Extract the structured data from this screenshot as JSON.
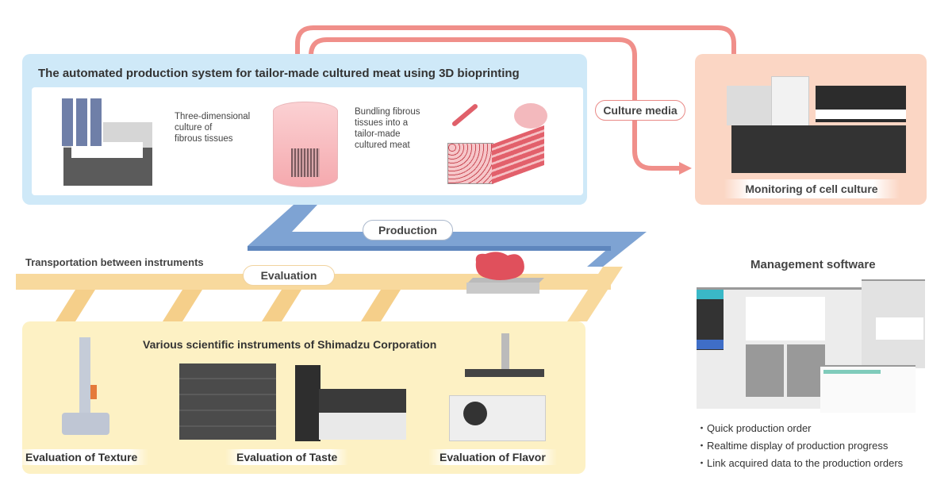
{
  "production_system": {
    "title": "The automated production system for tailor-made cultured meat using 3D bioprinting",
    "step1_text": [
      "Three-dimensional",
      "culture of",
      "fibrous tissues"
    ],
    "step2_text": [
      "Bundling fibrous",
      "tissues into a",
      "tailor-made",
      "cultured meat"
    ]
  },
  "monitoring": {
    "label": "Monitoring of cell culture",
    "flow_label": "Culture media"
  },
  "transport": {
    "label": "Transportation between instruments",
    "production_track": "Production",
    "evaluation_track": "Evaluation"
  },
  "instruments": {
    "title": "Various scientific instruments of Shimadzu Corporation",
    "items": [
      {
        "label": "Evaluation of Texture"
      },
      {
        "label": "Evaluation of Taste"
      },
      {
        "label": "Evaluation of Flavor"
      }
    ]
  },
  "management": {
    "title": "Management software",
    "features": [
      "・Quick production order",
      "・Realtime display of production progress",
      "・Link acquired data to the production orders"
    ]
  },
  "colors": {
    "production_box": "#cfe9f8",
    "monitoring_box": "#fbd6c4",
    "evaluation_box": "#fdf1c4",
    "culture_flow": "#f08f8a",
    "production_track": "#7ea3d3",
    "evaluation_track": "#f8d99d",
    "process_arrow": "#2a73be"
  }
}
